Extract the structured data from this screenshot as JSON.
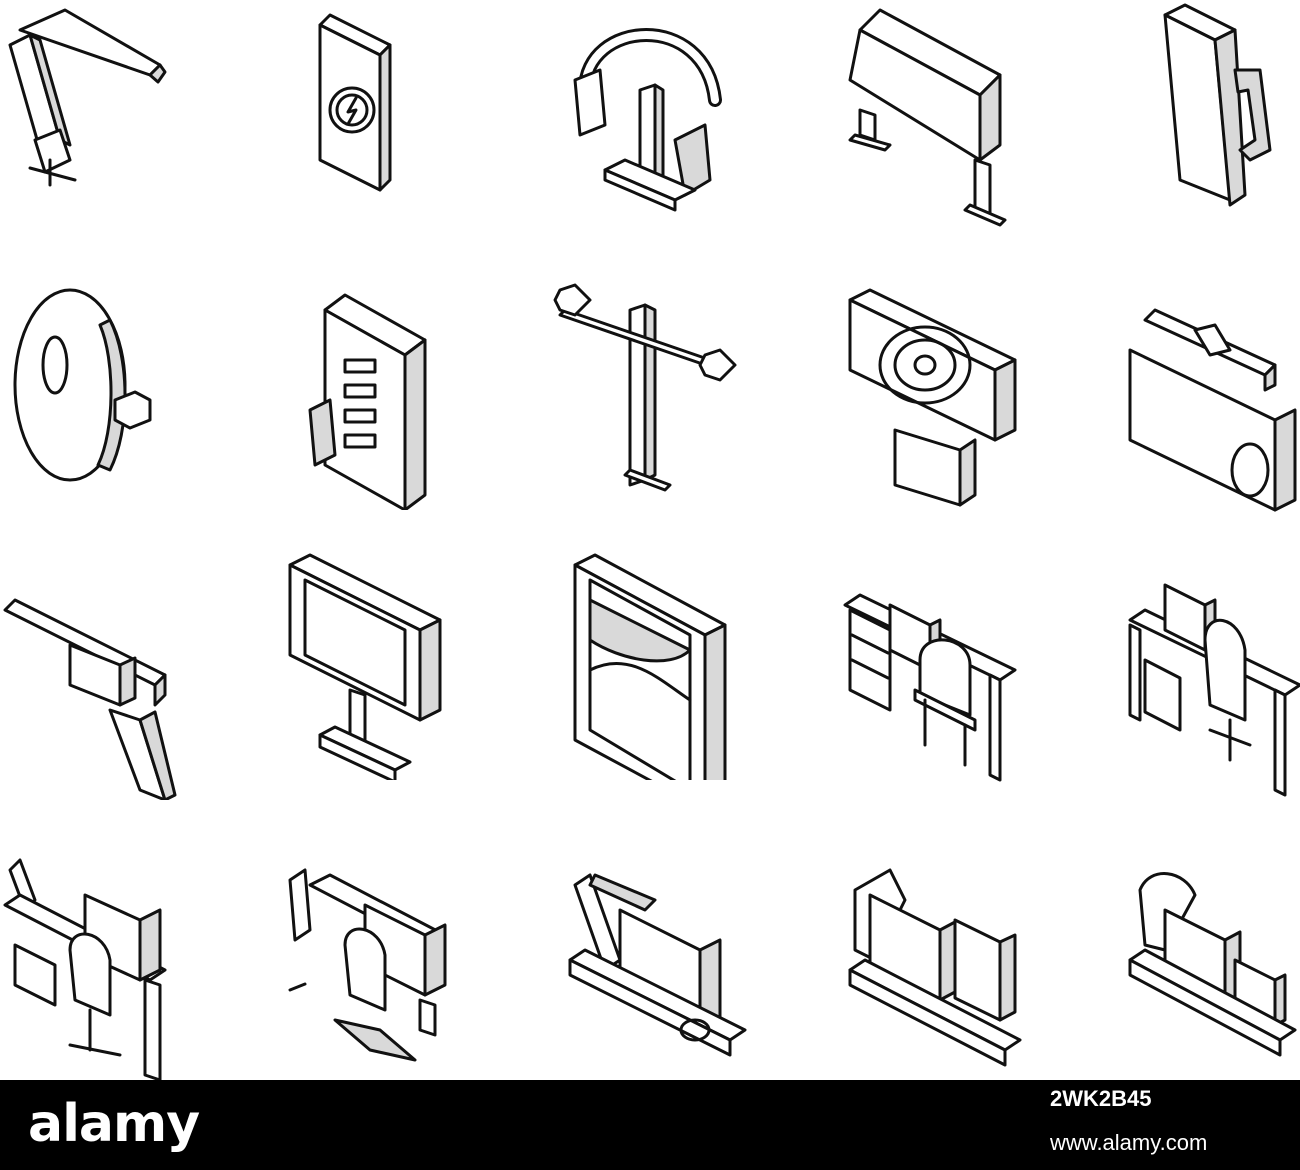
{
  "artboard": {
    "icons": [
      {
        "name": "desk-lamp-icon"
      },
      {
        "name": "power-bank-icon"
      },
      {
        "name": "headphone-stand-icon"
      },
      {
        "name": "monitor-stand-icon"
      },
      {
        "name": "travel-mug-icon"
      },
      {
        "name": "computer-mouse-icon"
      },
      {
        "name": "usb-hub-icon"
      },
      {
        "name": "dual-monitor-arm-icon"
      },
      {
        "name": "webcam-icon"
      },
      {
        "name": "monitor-light-bar-icon"
      },
      {
        "name": "keyboard-tray-arm-icon"
      },
      {
        "name": "computer-monitor-icon"
      },
      {
        "name": "privacy-screen-icon"
      },
      {
        "name": "home-office-desk-icon"
      },
      {
        "name": "gaming-desk-setup-icon"
      },
      {
        "name": "workstation-with-chair-icon"
      },
      {
        "name": "standing-desk-setup-icon"
      },
      {
        "name": "monitor-arm-desk-icon"
      },
      {
        "name": "desk-with-speakers-icon"
      },
      {
        "name": "desk-lamp-and-monitor-icon"
      }
    ],
    "line_color": "#111111",
    "shade_color": "#d9d9d9"
  },
  "footer": {
    "brand": "alamy",
    "image_id": "2WK2B45",
    "url": "www.alamy.com",
    "background": "#000000"
  }
}
